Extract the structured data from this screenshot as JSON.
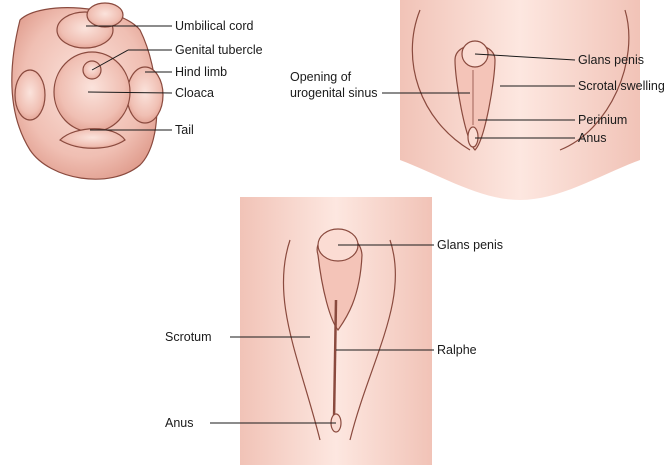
{
  "panel_indifferent": {
    "labels": [
      "Umbilical cord",
      "Genital tubercle",
      "Hind limb",
      "Cloaca",
      "Tail"
    ]
  },
  "panel_intermediate": {
    "labels": [
      "Glans penis",
      "Scrotal swelling",
      "Perinium",
      "Anus"
    ],
    "sinus_label_line1": "Opening of",
    "sinus_label_line2": "urogenital sinus"
  },
  "panel_mature": {
    "labels": [
      "Glans penis",
      "Ralphe"
    ],
    "left_labels": [
      "Scrotum",
      "Anus"
    ]
  },
  "colors": {
    "skin": "#f3c9bf",
    "skin_dark": "#e3a293",
    "outline": "#8a4a3e"
  }
}
